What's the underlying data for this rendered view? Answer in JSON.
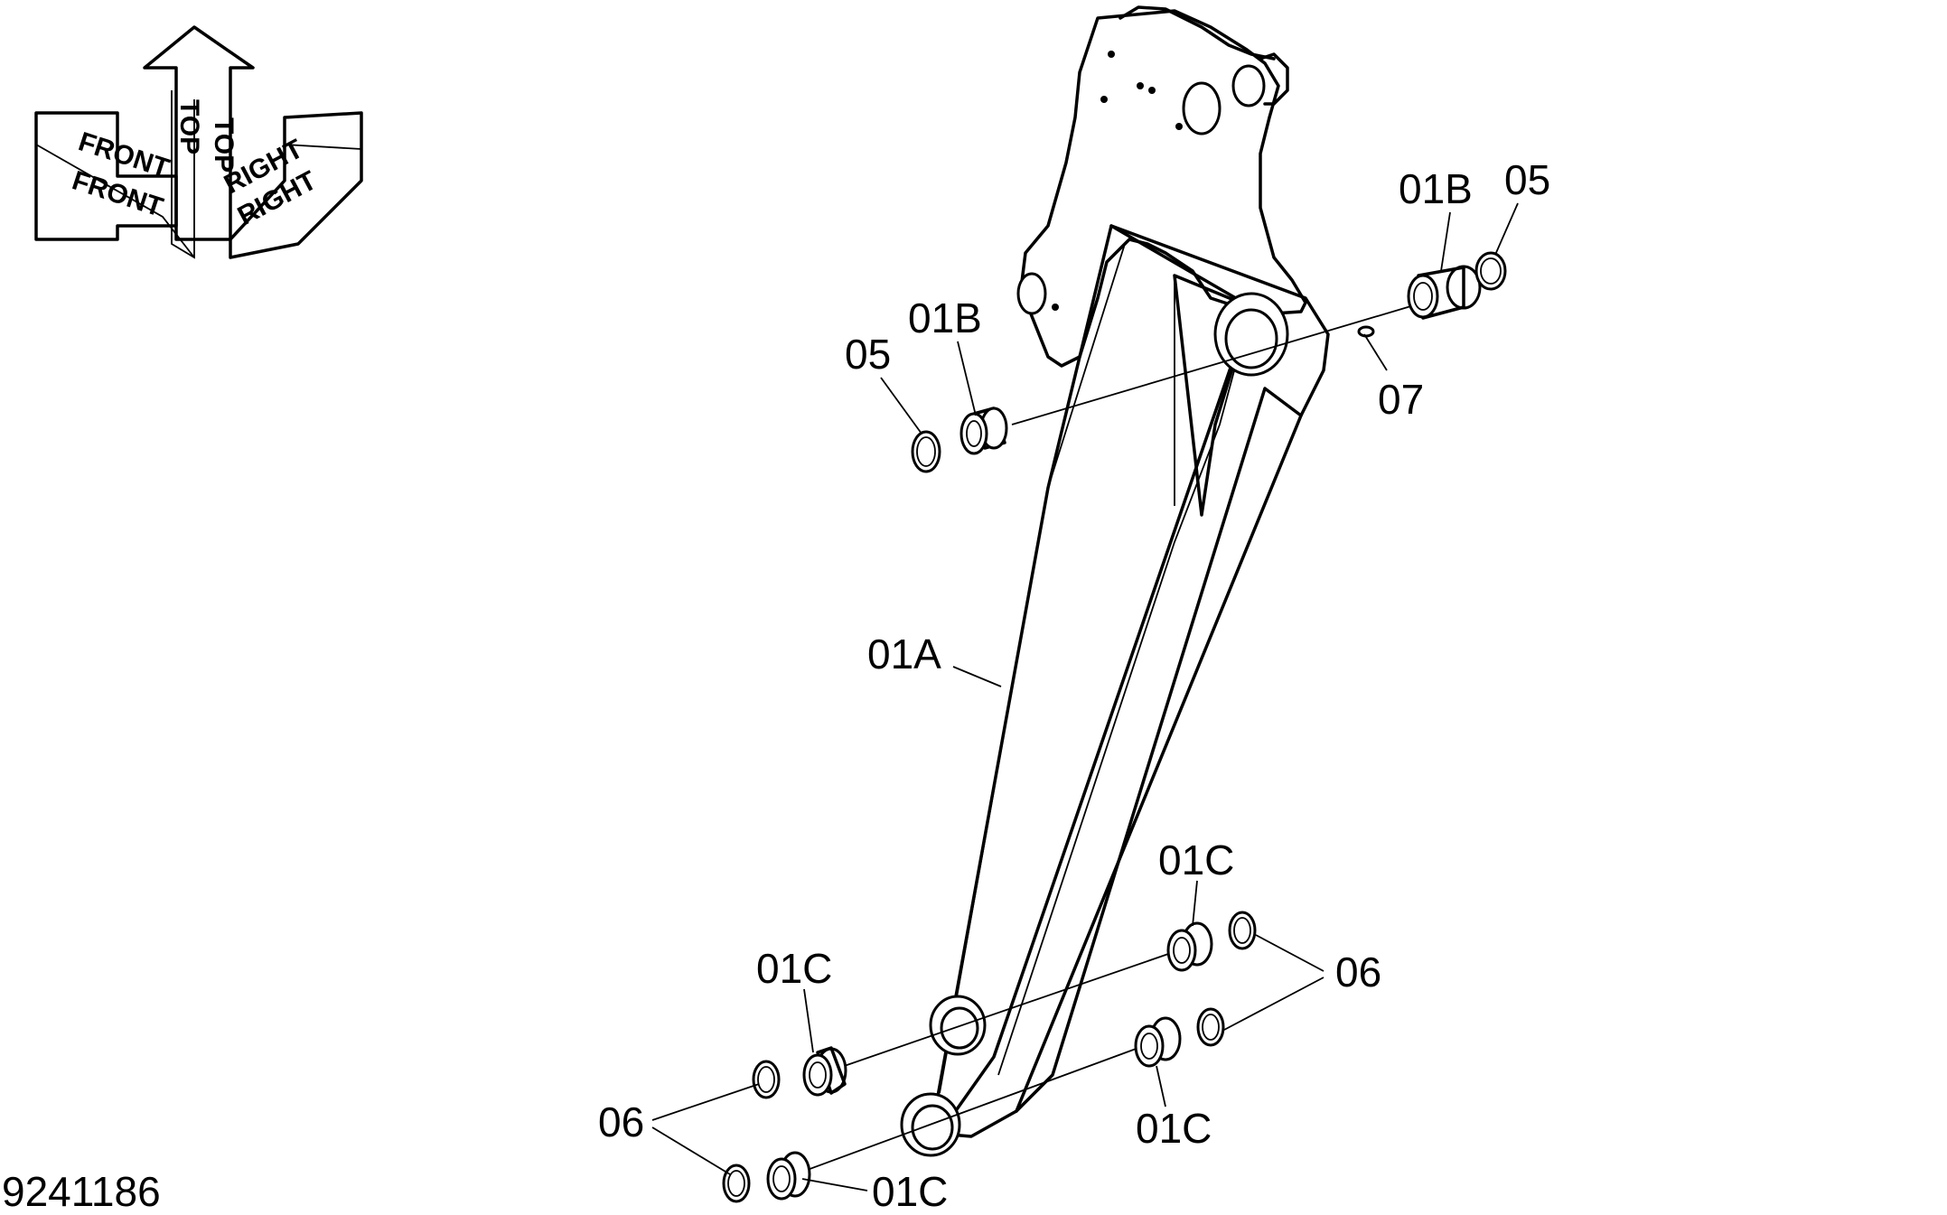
{
  "drawing_number": "9241186",
  "orientation": {
    "top": "TOP",
    "front": "FRONT",
    "right": "RIGHT"
  },
  "callouts": {
    "arm_body": "01A",
    "bushing_upper_left": "01B",
    "bushing_upper_right": "01B",
    "bushing_lower_1": "01C",
    "bushing_lower_2": "01C",
    "bushing_lower_3": "01C",
    "bushing_lower_4": "01C",
    "shim_upper_left": "05",
    "shim_upper_right": "05",
    "shim_lower_left": "06",
    "shim_lower_right": "06",
    "grease_fitting": "07"
  }
}
